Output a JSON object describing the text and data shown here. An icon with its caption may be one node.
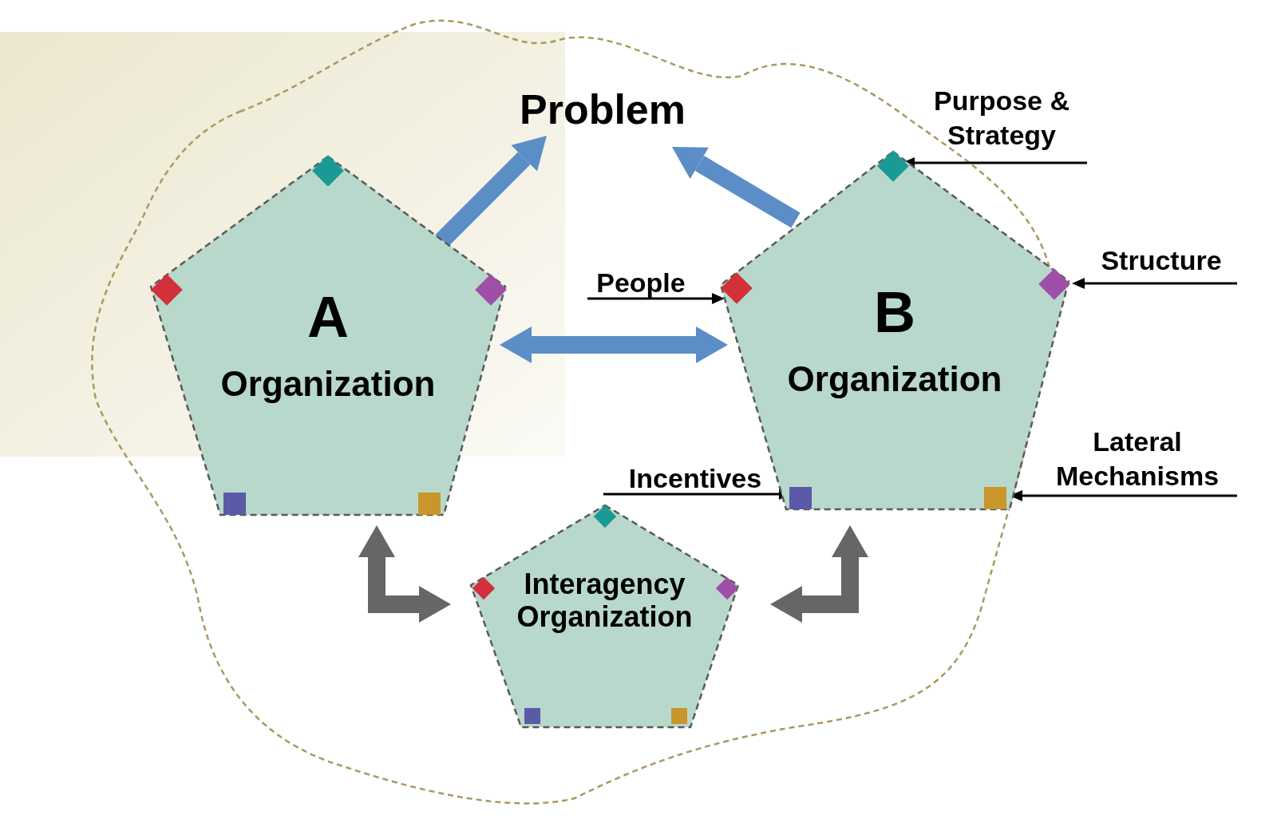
{
  "diagram": {
    "nodes": [
      {
        "text": [
          "Problem"
        ]
      },
      {
        "text": [
          "A",
          "Organization"
        ]
      },
      {
        "text": [
          "B",
          "Organization"
        ]
      },
      {
        "text": [
          "Interagency Organization"
        ]
      },
      {
        "text": [
          "Purpose & Strategy"
        ]
      },
      {
        "text": [
          "People"
        ]
      },
      {
        "text": [
          "Structure"
        ]
      },
      {
        "text": [
          "Incentives"
        ]
      },
      {
        "text": [
          "Lateral Mechanisms"
        ]
      }
    ],
    "edges": [
      {
        "from": 1,
        "to": 0,
        "arrow": "to",
        "style": "thick",
        "color": "#5b8ec6"
      },
      {
        "from": 2,
        "to": 0,
        "arrow": "to",
        "style": "thick",
        "color": "#5b8ec6"
      },
      {
        "from": 1,
        "to": 2,
        "arrow": "both",
        "style": "thick",
        "color": "#5b8ec6"
      },
      {
        "from": 1,
        "to": 3,
        "arrow": "both",
        "style": "thick",
        "color": "#666666"
      },
      {
        "from": 2,
        "to": 3,
        "arrow": "both",
        "style": "thick",
        "color": "#666666"
      },
      {
        "from": 4,
        "to": 2,
        "arrow": "to"
      },
      {
        "from": 5,
        "to": 2,
        "arrow": "to"
      },
      {
        "from": 6,
        "to": 2,
        "arrow": "to"
      },
      {
        "from": 7,
        "to": 2,
        "arrow": "to"
      },
      {
        "from": 8,
        "to": 2,
        "arrow": "to"
      }
    ]
  }
}
